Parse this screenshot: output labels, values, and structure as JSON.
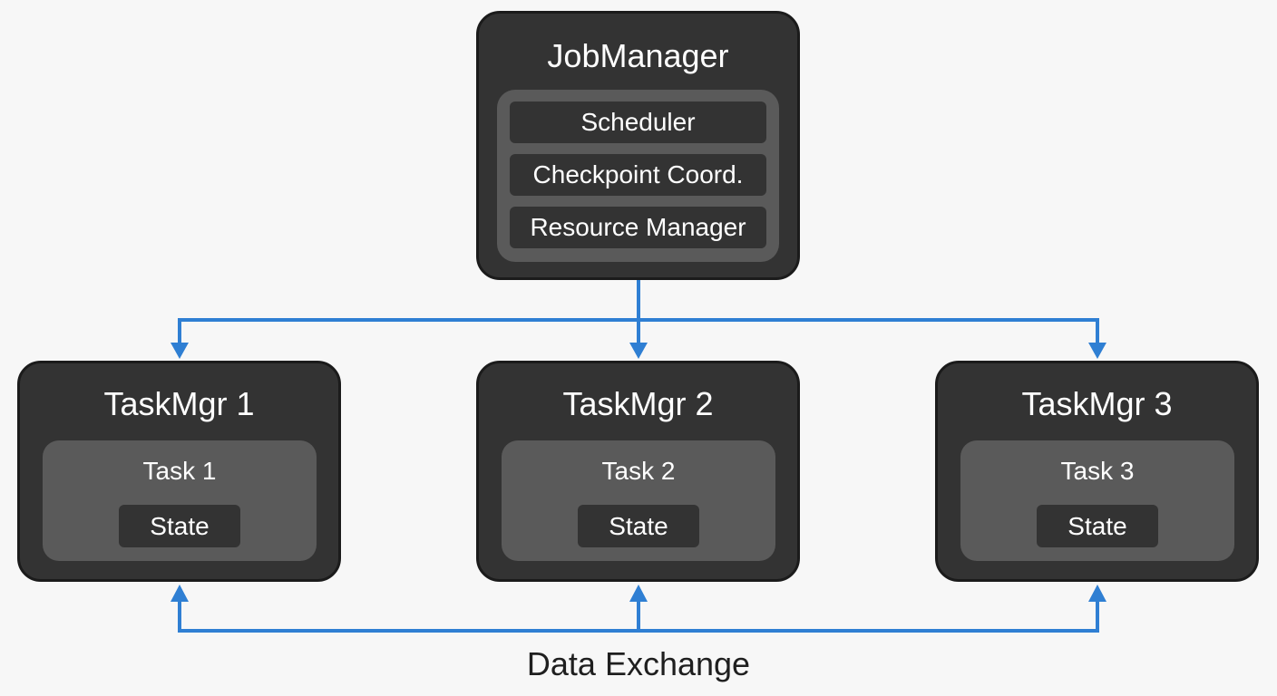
{
  "job_manager": {
    "title": "JobManager",
    "components": [
      "Scheduler",
      "Checkpoint Coord.",
      "Resource Manager"
    ]
  },
  "task_managers": [
    {
      "title": "TaskMgr 1",
      "task": "Task 1",
      "state": "State"
    },
    {
      "title": "TaskMgr 2",
      "task": "Task 2",
      "state": "State"
    },
    {
      "title": "TaskMgr 3",
      "task": "Task 3",
      "state": "State"
    }
  ],
  "data_exchange_label": "Data Exchange",
  "colors": {
    "connector": "#2f7fd3",
    "node_fill": "#333333",
    "inner_fill": "#5a5a5a"
  }
}
